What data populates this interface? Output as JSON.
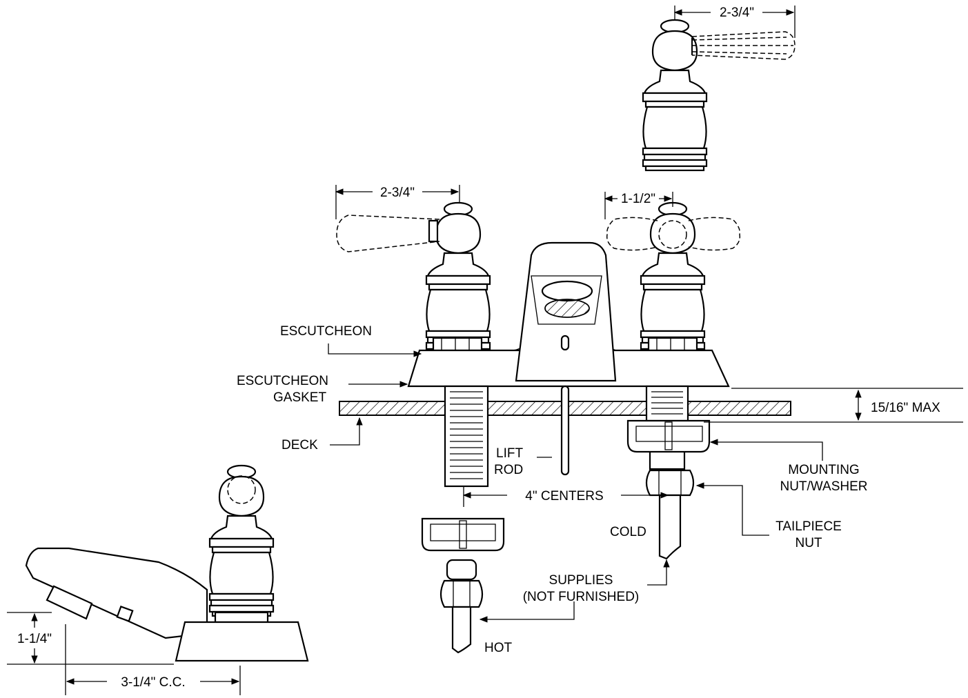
{
  "labels": {
    "escutcheon": "ESCUTCHEON",
    "gasket_line1": "ESCUTCHEON",
    "gasket_line2": "GASKET",
    "deck": "DECK",
    "lift_line1": "LIFT",
    "lift_line2": "ROD",
    "centers": "4\" CENTERS",
    "cold": "COLD",
    "hot": "HOT",
    "supplies_line1": "SUPPLIES",
    "supplies_line2": "(NOT FURNISHED)",
    "mounting_line1": "MOUNTING",
    "mounting_line2": "NUT/WASHER",
    "tailpiece_line1": "TAILPIECE",
    "tailpiece_line2": "NUT",
    "deck_max": "15/16\" MAX",
    "lever_reach_top": "2-3/4\"",
    "lever_reach_left": "2-3/4\"",
    "cross_handle": "1-1/2\"",
    "spout_height": "1-1/4\"",
    "spout_center": "3-1/4\" C.C."
  },
  "colors": {
    "ink": "#000000",
    "paper": "#ffffff"
  }
}
